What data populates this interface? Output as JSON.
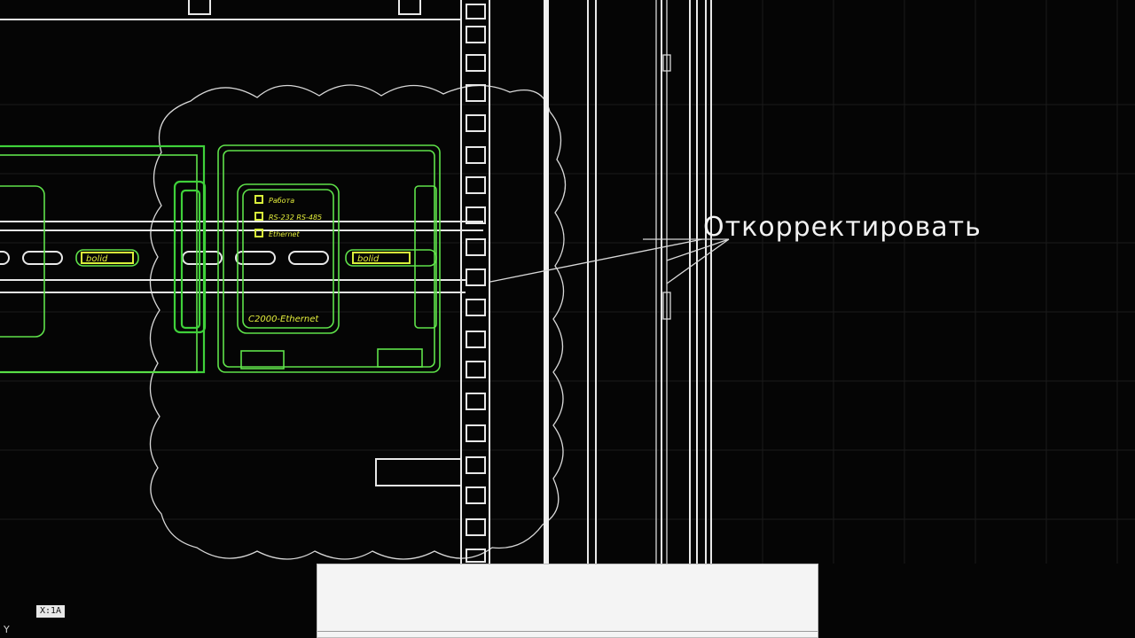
{
  "drawing": {
    "annotation_text": "Откорректировать",
    "module_label": "C2000-Ethernet",
    "indicators": [
      "Работа",
      "RS-232 RS-485",
      "Ethernet"
    ],
    "brand_mark": "bolid",
    "colors": {
      "background": "#050505",
      "linework": "#e8e8e8",
      "device_green": "#5fe24a",
      "label_yellow": "#e5ef3c"
    }
  },
  "statusbar": {
    "coord_badge": "X:1A",
    "ucs_axis": "Y"
  },
  "command_line": {
    "value": ""
  }
}
